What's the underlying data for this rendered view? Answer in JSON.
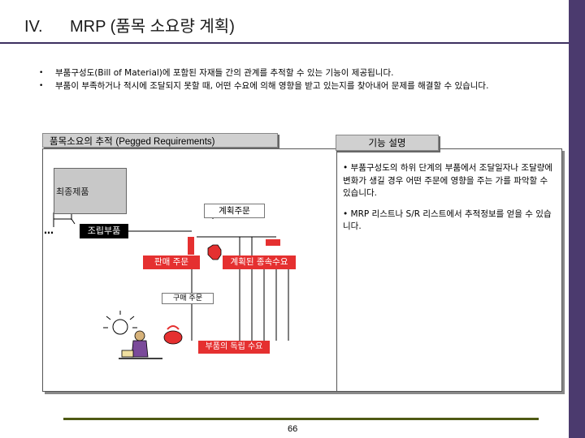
{
  "title": {
    "number": "IV.",
    "text": "MRP (품목 소요량 계획)"
  },
  "bullets": [
    "부품구성도(Bill of Material)에 포함된 자재들 간의 관계를 추적할 수 있는 기능이 제공됩니다.",
    "부품이 부족하거나 적시에 조달되지 못할 때, 어떤 수요에 의해 영향을 받고 있는지를 찾아내어 문제를 해결할 수 있습니다."
  ],
  "section_left": {
    "kr": "품목소요의 추적",
    "en": "(Pegged Requirements)"
  },
  "section_right": "기능 설명",
  "diagram": {
    "final_product": "최종제품",
    "ellipsis": "…",
    "assembly_part": "조립부품",
    "planned_order": "계획주문",
    "sales_order": "판매 주문",
    "planned_dependent_req": "계획된 종속수요",
    "purchase_order": "구매 주문",
    "independent_req": "부품의 독립 수요",
    "status_colors": {
      "highlight": "#e53030",
      "box": "#c8c8c8"
    }
  },
  "descriptions": [
    "• 부품구성도의 하위 단계의 부품에서 조달일자나 조달량에 변화가 생길 경우 어떤 주문에 영향을 주는 가를 파악할 수 있습니다.",
    "• MRP 리스트나 S/R 리스트에서 추적정보를 얻을 수 있습니다."
  ],
  "page_number": "66"
}
